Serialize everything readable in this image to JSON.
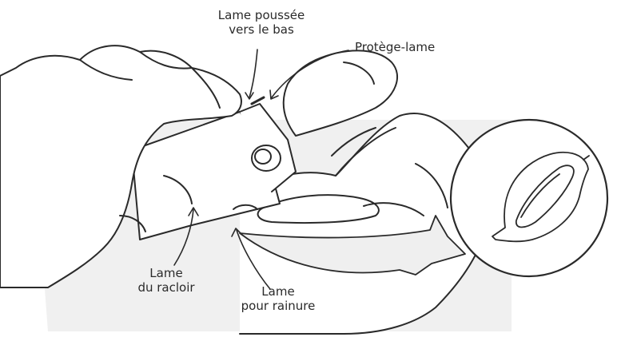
{
  "labels": {
    "blade_pushed": {
      "line1": "Lame poussée",
      "line2": "vers le bas"
    },
    "blade_guard": {
      "line1": "Protège-lame"
    },
    "scraper_blade": {
      "line1": "Lame",
      "line2": "du racloir"
    },
    "groove_blade": {
      "line1": "Lame",
      "line2": "pour rainure"
    }
  },
  "colors": {
    "background": "#ffffff",
    "line": "#2a2a2a",
    "shadow": "#eeeeee",
    "arrow_fill": "#efefef"
  },
  "icons": {
    "zoom_detail": "blade-part-detail-icon"
  }
}
